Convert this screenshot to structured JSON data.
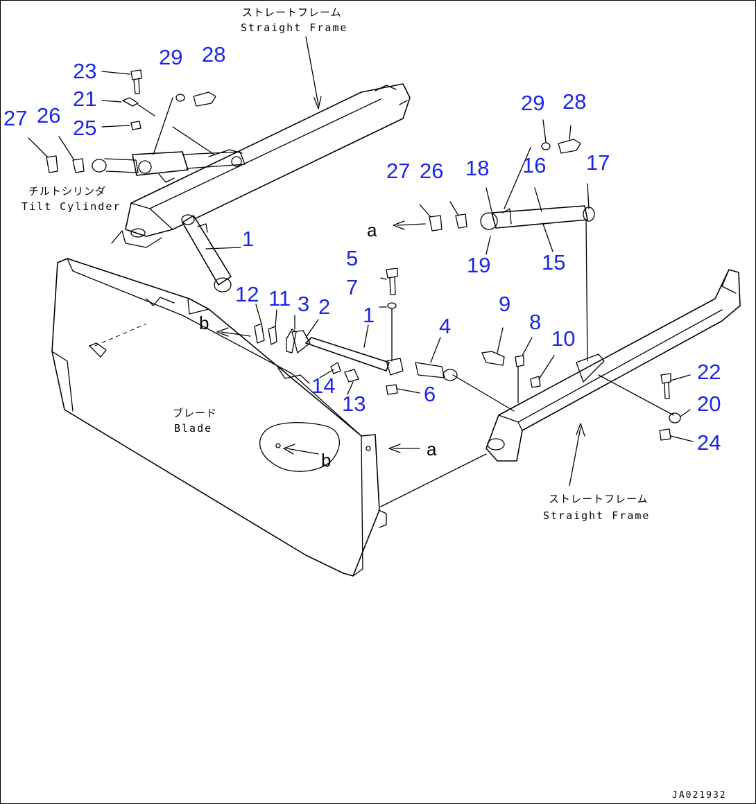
{
  "labels": {
    "frame_upper_jp": "ストレートフレーム",
    "frame_upper_en": "Straight Frame",
    "frame_lower_jp": "ストレートフレーム",
    "frame_lower_en": "Straight Frame",
    "tilt_jp": "チルトシリンダ",
    "tilt_en": "Tilt Cylinder",
    "blade_jp": "ブレード",
    "blade_en": "Blade",
    "ref_a": "a",
    "ref_b": "b",
    "drawing_code": "JA021932"
  },
  "parts": {
    "p1": "1",
    "p2": "2",
    "p3": "3",
    "p4": "4",
    "p5": "5",
    "p6": "6",
    "p7": "7",
    "p8": "8",
    "p9": "9",
    "p10": "10",
    "p11": "11",
    "p12": "12",
    "p13": "13",
    "p14": "14",
    "p15": "15",
    "p16": "16",
    "p17": "17",
    "p18": "18",
    "p19": "19",
    "p20": "20",
    "p21": "21",
    "p22": "22",
    "p23": "23",
    "p24": "24",
    "p25": "25",
    "p26": "26",
    "p27": "27",
    "p28": "28",
    "p29": "29"
  }
}
